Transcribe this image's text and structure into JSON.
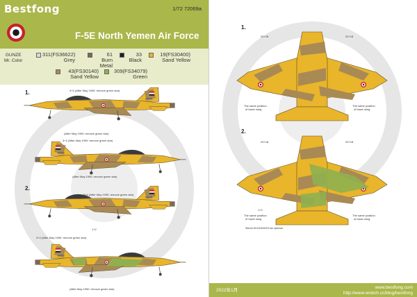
{
  "header": {
    "brand": "Bestfong",
    "scale_code": "1/72  72069a",
    "title": "F-5E North Yemen Air Force"
  },
  "legend": {
    "paint_brand": "GUNZE",
    "paint_line": "Mr. Color",
    "colors": [
      {
        "code": "311(FS36622)",
        "name": "Grey",
        "hex": "#d9d9d9"
      },
      {
        "code": "61",
        "name": "Burn Metal",
        "hex": "#7b6a58"
      },
      {
        "code": "33",
        "name": "Black",
        "hex": "#1e1e1e"
      },
      {
        "code": "19(FS30400)",
        "name": "Sand Yellow",
        "hex": "#e9b52a"
      },
      {
        "code": "43(FS30140)",
        "name": "Sand Yellow",
        "hex": "#a98a55"
      },
      {
        "code": "309(FS34079)",
        "name": "Green",
        "hex": "#8fb04f"
      }
    ]
  },
  "profiles": {
    "scheme_1_label": "1.",
    "scheme_2_label": "2.",
    "note_top": "3+4 (After May 1990: remove green star)",
    "note_bottom": "(After May 1990: remove green star)",
    "part_no": "1+2"
  },
  "topviews": {
    "scheme_1_label": "1.",
    "scheme_2_label": "2.",
    "wing_tag": "20+18",
    "center_tag": "1+2",
    "lower_wing_note_l1": "The same position",
    "lower_wing_note_l2": "of lower wing",
    "stencil_note": "Stencil 6/13/16/20/23 are optional"
  },
  "footer": {
    "date": "2022年1月",
    "url": "www.bestfong.com",
    "blog": "http://www.wretch.cc/blog/bestfong"
  },
  "colors": {
    "band": "#aab74a",
    "legend_bg": "#e9ecca",
    "sand": "#e9b52a",
    "brown": "#a98a55",
    "green": "#8fb04f",
    "grey_ring": "#e4e4e4"
  }
}
